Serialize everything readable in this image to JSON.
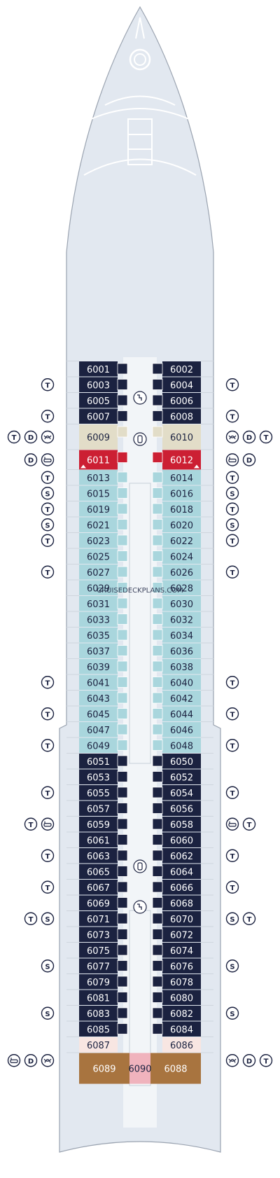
{
  "deck": {
    "watermark": "CRUISEDECKPLANS.COM",
    "colors": {
      "hull": "#e2e8f0",
      "hull_stroke": "#9aa3b0",
      "structure": "#ffffff",
      "navy": "#1b2240",
      "light_blue": "#a9d6dd",
      "beige": "#e2ddc8",
      "red": "#cc1f33",
      "pink_light": "#f8e6e2",
      "pink": "#f0b3bd",
      "brown": "#a8743f",
      "icon": "#1b2240"
    },
    "left_cabins": [
      {
        "num": "6001",
        "type": "navy"
      },
      {
        "num": "6003",
        "type": "navy"
      },
      {
        "num": "6005",
        "type": "navy"
      },
      {
        "num": "6007",
        "type": "navy"
      },
      {
        "num": "6009",
        "type": "beige"
      },
      {
        "num": "6011",
        "type": "red"
      },
      {
        "num": "6013",
        "type": "light_blue"
      },
      {
        "num": "6015",
        "type": "light_blue"
      },
      {
        "num": "6019",
        "type": "light_blue"
      },
      {
        "num": "6021",
        "type": "light_blue"
      },
      {
        "num": "6023",
        "type": "light_blue"
      },
      {
        "num": "6025",
        "type": "light_blue"
      },
      {
        "num": "6027",
        "type": "light_blue"
      },
      {
        "num": "6029",
        "type": "light_blue"
      },
      {
        "num": "6031",
        "type": "light_blue"
      },
      {
        "num": "6033",
        "type": "light_blue"
      },
      {
        "num": "6035",
        "type": "light_blue"
      },
      {
        "num": "6037",
        "type": "light_blue"
      },
      {
        "num": "6039",
        "type": "light_blue"
      },
      {
        "num": "6041",
        "type": "light_blue"
      },
      {
        "num": "6043",
        "type": "light_blue"
      },
      {
        "num": "6045",
        "type": "light_blue"
      },
      {
        "num": "6047",
        "type": "light_blue"
      },
      {
        "num": "6049",
        "type": "light_blue"
      },
      {
        "num": "6051",
        "type": "navy"
      },
      {
        "num": "6053",
        "type": "navy"
      },
      {
        "num": "6055",
        "type": "navy"
      },
      {
        "num": "6057",
        "type": "navy"
      },
      {
        "num": "6059",
        "type": "navy"
      },
      {
        "num": "6061",
        "type": "navy"
      },
      {
        "num": "6063",
        "type": "navy"
      },
      {
        "num": "6065",
        "type": "navy"
      },
      {
        "num": "6067",
        "type": "navy"
      },
      {
        "num": "6069",
        "type": "navy"
      },
      {
        "num": "6071",
        "type": "navy"
      },
      {
        "num": "6073",
        "type": "navy"
      },
      {
        "num": "6075",
        "type": "navy"
      },
      {
        "num": "6077",
        "type": "navy"
      },
      {
        "num": "6079",
        "type": "navy"
      },
      {
        "num": "6081",
        "type": "navy"
      },
      {
        "num": "6083",
        "type": "navy"
      },
      {
        "num": "6085",
        "type": "navy"
      },
      {
        "num": "6087",
        "type": "pink_light"
      },
      {
        "num": "6089",
        "type": "brown"
      }
    ],
    "right_cabins": [
      {
        "num": "6002",
        "type": "navy"
      },
      {
        "num": "6004",
        "type": "navy"
      },
      {
        "num": "6006",
        "type": "navy"
      },
      {
        "num": "6008",
        "type": "navy"
      },
      {
        "num": "6010",
        "type": "beige"
      },
      {
        "num": "6012",
        "type": "red"
      },
      {
        "num": "6014",
        "type": "light_blue"
      },
      {
        "num": "6016",
        "type": "light_blue"
      },
      {
        "num": "6018",
        "type": "light_blue"
      },
      {
        "num": "6020",
        "type": "light_blue"
      },
      {
        "num": "6022",
        "type": "light_blue"
      },
      {
        "num": "6024",
        "type": "light_blue"
      },
      {
        "num": "6026",
        "type": "light_blue"
      },
      {
        "num": "6028",
        "type": "light_blue"
      },
      {
        "num": "6030",
        "type": "light_blue"
      },
      {
        "num": "6032",
        "type": "light_blue"
      },
      {
        "num": "6034",
        "type": "light_blue"
      },
      {
        "num": "6036",
        "type": "light_blue"
      },
      {
        "num": "6038",
        "type": "light_blue"
      },
      {
        "num": "6040",
        "type": "light_blue"
      },
      {
        "num": "6042",
        "type": "light_blue"
      },
      {
        "num": "6044",
        "type": "light_blue"
      },
      {
        "num": "6046",
        "type": "light_blue"
      },
      {
        "num": "6048",
        "type": "light_blue"
      },
      {
        "num": "6050",
        "type": "navy"
      },
      {
        "num": "6052",
        "type": "navy"
      },
      {
        "num": "6054",
        "type": "navy"
      },
      {
        "num": "6056",
        "type": "navy"
      },
      {
        "num": "6058",
        "type": "navy"
      },
      {
        "num": "6060",
        "type": "navy"
      },
      {
        "num": "6062",
        "type": "navy"
      },
      {
        "num": "6064",
        "type": "navy"
      },
      {
        "num": "6066",
        "type": "navy"
      },
      {
        "num": "6068",
        "type": "navy"
      },
      {
        "num": "6070",
        "type": "navy"
      },
      {
        "num": "6072",
        "type": "navy"
      },
      {
        "num": "6074",
        "type": "navy"
      },
      {
        "num": "6076",
        "type": "navy"
      },
      {
        "num": "6078",
        "type": "navy"
      },
      {
        "num": "6080",
        "type": "navy"
      },
      {
        "num": "6082",
        "type": "navy"
      },
      {
        "num": "6084",
        "type": "navy"
      },
      {
        "num": "6086",
        "type": "pink_light"
      },
      {
        "num": "6088",
        "type": "brown"
      }
    ],
    "center_cabin": {
      "num": "6090",
      "type": "pink"
    },
    "left_icons": [
      {
        "row": 0,
        "icons": []
      },
      {
        "row": 1,
        "icons": [
          "T"
        ]
      },
      {
        "row": 3,
        "icons": [
          "T"
        ]
      },
      {
        "row": 4,
        "icons": [
          "T",
          "D",
          "spa"
        ]
      },
      {
        "row": 5,
        "icons": [
          "D",
          "bathtub"
        ]
      },
      {
        "row": 6,
        "icons": [
          "T"
        ]
      },
      {
        "row": 7,
        "icons": [
          "S"
        ]
      },
      {
        "row": 8,
        "icons": [
          "T"
        ]
      },
      {
        "row": 9,
        "icons": [
          "S"
        ]
      },
      {
        "row": 10,
        "icons": [
          "T"
        ]
      },
      {
        "row": 12,
        "icons": [
          "T"
        ]
      },
      {
        "row": 19,
        "icons": [
          "T"
        ]
      },
      {
        "row": 21,
        "icons": [
          "T"
        ]
      },
      {
        "row": 23,
        "icons": [
          "T"
        ]
      },
      {
        "row": 26,
        "icons": [
          "T"
        ]
      },
      {
        "row": 28,
        "icons": [
          "T",
          "bathtub"
        ]
      },
      {
        "row": 30,
        "icons": [
          "T"
        ]
      },
      {
        "row": 32,
        "icons": [
          "T"
        ]
      },
      {
        "row": 34,
        "icons": [
          "T",
          "S"
        ]
      },
      {
        "row": 37,
        "icons": [
          "S"
        ]
      },
      {
        "row": 40,
        "icons": [
          "S"
        ]
      },
      {
        "row": 43,
        "icons": [
          "bathtub",
          "D",
          "spa"
        ]
      }
    ],
    "right_icons": [
      {
        "row": 1,
        "icons": [
          "T"
        ]
      },
      {
        "row": 3,
        "icons": [
          "T"
        ]
      },
      {
        "row": 4,
        "icons": [
          "spa",
          "D",
          "T"
        ]
      },
      {
        "row": 5,
        "icons": [
          "bathtub",
          "D"
        ]
      },
      {
        "row": 6,
        "icons": [
          "T"
        ]
      },
      {
        "row": 7,
        "icons": [
          "S"
        ]
      },
      {
        "row": 8,
        "icons": [
          "T"
        ]
      },
      {
        "row": 9,
        "icons": [
          "S"
        ]
      },
      {
        "row": 10,
        "icons": [
          "T"
        ]
      },
      {
        "row": 12,
        "icons": [
          "T"
        ]
      },
      {
        "row": 19,
        "icons": [
          "T"
        ]
      },
      {
        "row": 21,
        "icons": [
          "T"
        ]
      },
      {
        "row": 23,
        "icons": [
          "T"
        ]
      },
      {
        "row": 26,
        "icons": [
          "T"
        ]
      },
      {
        "row": 28,
        "icons": [
          "bathtub",
          "T"
        ]
      },
      {
        "row": 30,
        "icons": [
          "T"
        ]
      },
      {
        "row": 32,
        "icons": [
          "T"
        ]
      },
      {
        "row": 34,
        "icons": [
          "S",
          "T"
        ]
      },
      {
        "row": 37,
        "icons": [
          "S"
        ]
      },
      {
        "row": 40,
        "icons": [
          "S"
        ]
      },
      {
        "row": 43,
        "icons": [
          "spa",
          "D",
          "T"
        ]
      }
    ]
  }
}
